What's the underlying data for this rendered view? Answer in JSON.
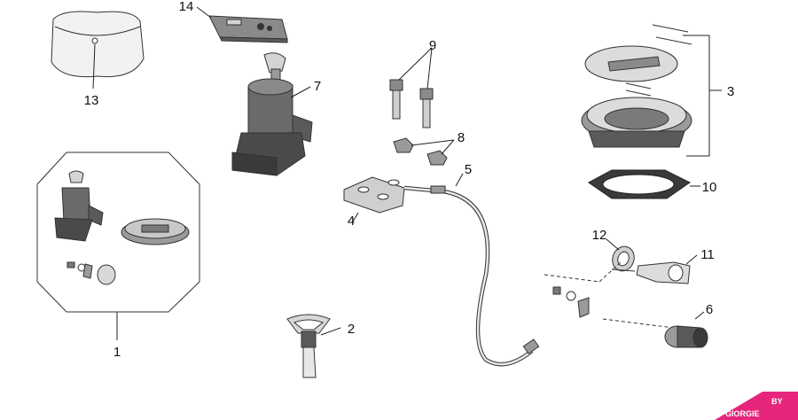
{
  "diagram": {
    "callouts": [
      {
        "id": "1",
        "label": "1"
      },
      {
        "id": "2",
        "label": "2"
      },
      {
        "id": "3",
        "label": "3"
      },
      {
        "id": "4",
        "label": "4"
      },
      {
        "id": "5",
        "label": "5"
      },
      {
        "id": "6",
        "label": "6"
      },
      {
        "id": "7",
        "label": "7"
      },
      {
        "id": "8",
        "label": "8"
      },
      {
        "id": "9",
        "label": "9"
      },
      {
        "id": "10",
        "label": "10"
      },
      {
        "id": "11",
        "label": "11"
      },
      {
        "id": "12",
        "label": "12"
      },
      {
        "id": "13",
        "label": "13"
      },
      {
        "id": "14",
        "label": "14"
      }
    ],
    "brand": {
      "line1": "BY",
      "line2": "GIORGIE"
    },
    "colors": {
      "part_dark": "#5a5a5a",
      "part_mid": "#9a9a9a",
      "part_light": "#d4d4d4",
      "brand": "#e8257d"
    }
  }
}
